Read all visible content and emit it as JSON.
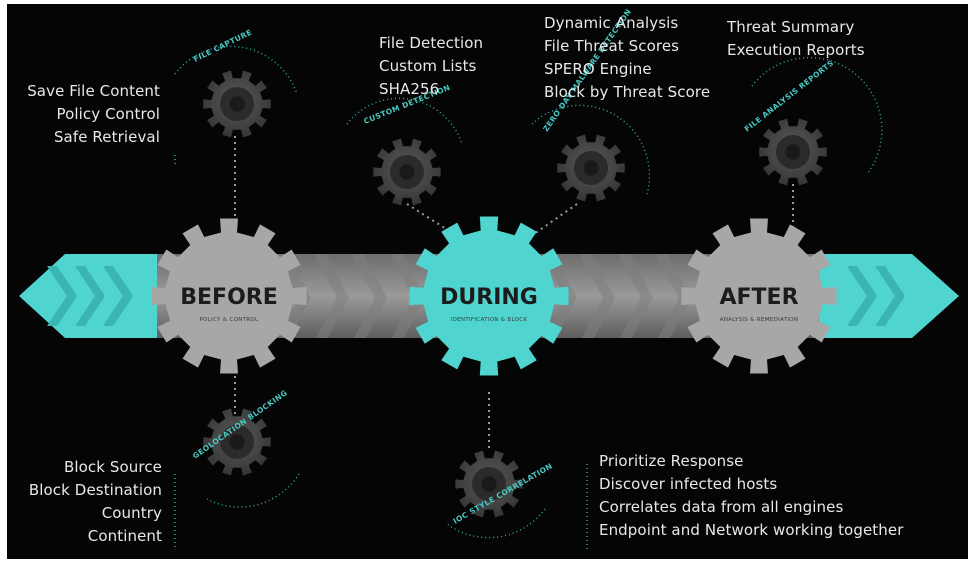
{
  "phases": {
    "before": {
      "title": "BEFORE",
      "subtitle": "POLICY & CONTROL"
    },
    "during": {
      "title": "DURING",
      "subtitle": "IDENTIFICATION & BLOCK"
    },
    "after": {
      "title": "AFTER",
      "subtitle": "ANALYSIS & REMEDIATION"
    }
  },
  "small_gears": {
    "file_capture": {
      "label": "FILE CAPTURE",
      "items": [
        "Save File Content",
        "Policy Control",
        "Safe Retrieval"
      ]
    },
    "custom_detection": {
      "label": "CUSTOM DETECTION",
      "items": [
        "File Detection",
        "Custom Lists",
        "SHA256"
      ]
    },
    "zero_day": {
      "label": "ZERO DAY MALWARE DETECTION",
      "items": [
        "Dynamic Analysis",
        "File Threat Scores",
        "SPERO Engine",
        "Block by Threat Score"
      ]
    },
    "file_analysis": {
      "label": "FILE ANALYSIS REPORTS",
      "items": [
        "Threat Summary",
        "Execution Reports"
      ]
    },
    "geolocation": {
      "label": "GEOLOCATION BLOCKING",
      "items": [
        "Block Source",
        "Block Destination",
        "Country",
        "Continent"
      ]
    },
    "ioc": {
      "label": "IOC STYLE CORRELATION",
      "items": [
        "Prioritize Response",
        "Discover infected hosts",
        "Correlates data from all engines",
        "Endpoint and Network working together"
      ]
    }
  },
  "colors": {
    "accent": "#4fd4cf",
    "gear_gray": "#a7a7a7",
    "small_gear": "#4a4a4a",
    "background": "#050505"
  }
}
